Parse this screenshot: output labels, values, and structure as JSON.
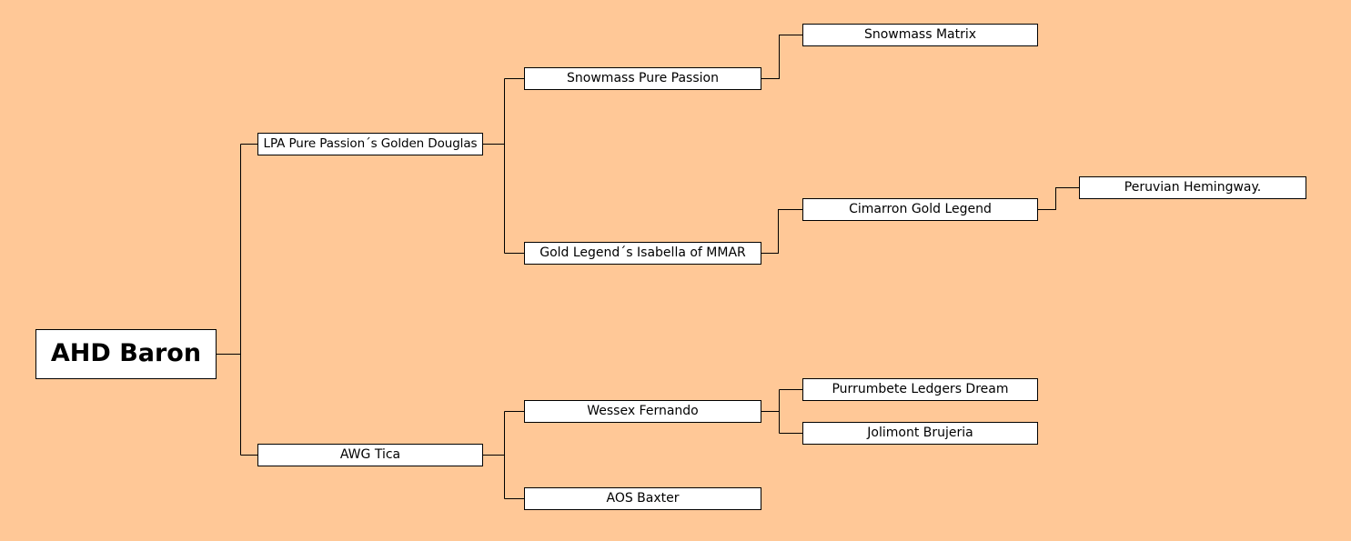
{
  "pedigree": {
    "subject": "AHD Baron",
    "sire": {
      "name": "LPA Pure Passion´s Golden Douglas",
      "sire": {
        "name": "Snowmass Pure Passion",
        "sire": {
          "name": "Snowmass Matrix"
        }
      },
      "dam": {
        "name": "Gold Legend´s Isabella of MMAR",
        "sire": {
          "name": "Cimarron Gold Legend",
          "sire": {
            "name": "Peruvian Hemingway."
          }
        }
      }
    },
    "dam": {
      "name": "AWG Tica",
      "sire": {
        "name": "Wessex Fernando",
        "sire": {
          "name": "Purrumbete Ledgers Dream"
        },
        "dam": {
          "name": "Jolimont Brujeria"
        }
      },
      "dam": {
        "name": "AOS Baxter"
      }
    }
  },
  "colors": {
    "background": "#FFC897",
    "node_fill": "#FFFFFF",
    "node_border": "#000000",
    "connector": "#000000"
  }
}
